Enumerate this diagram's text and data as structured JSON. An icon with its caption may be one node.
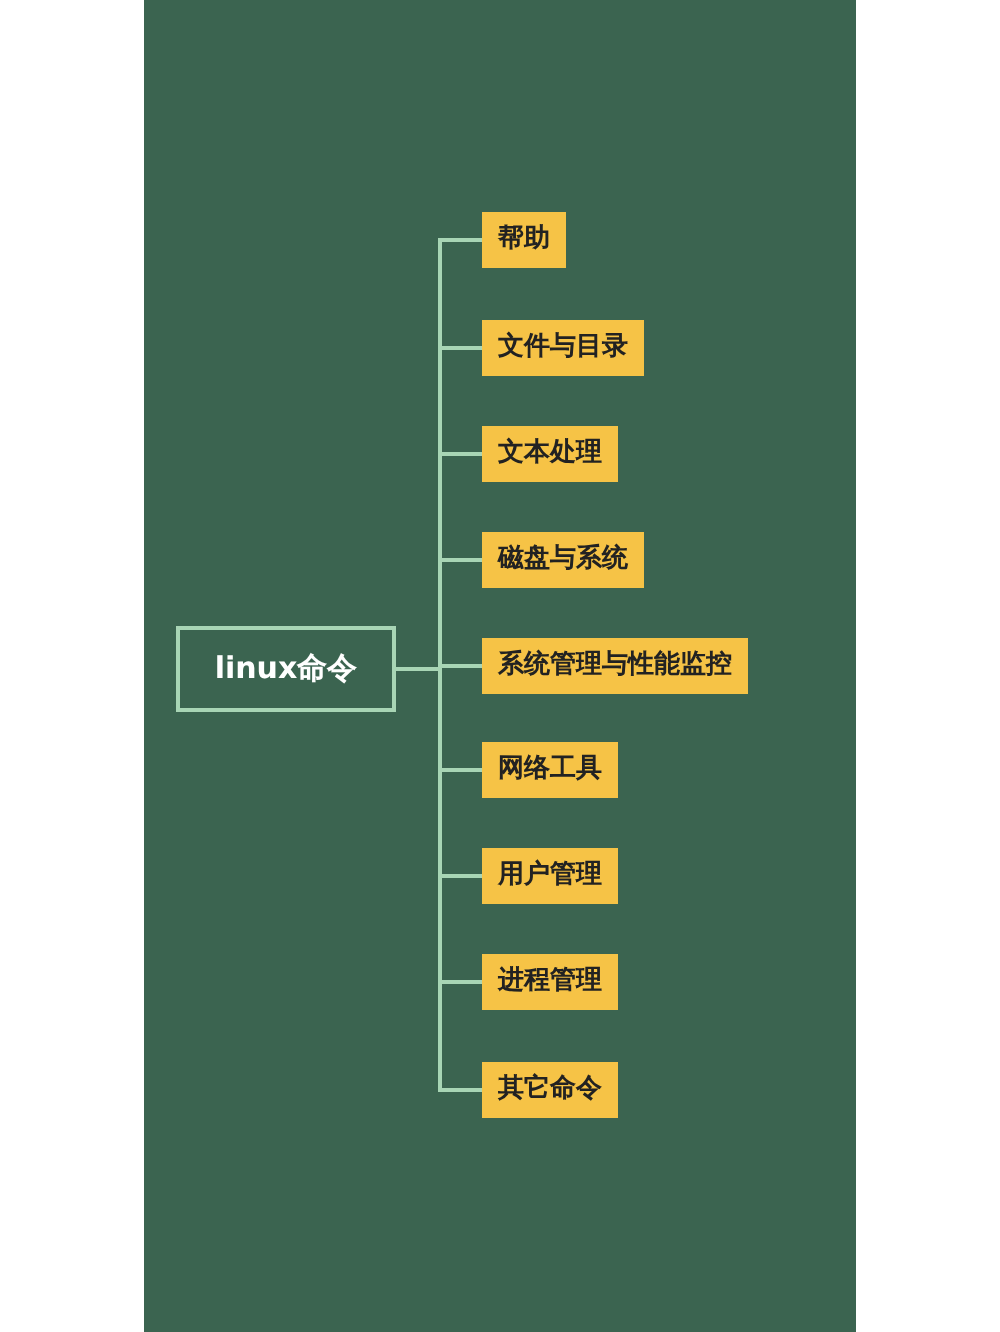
{
  "diagram": {
    "nodes": [
      {
        "text": [
          "linux命令"
        ]
      },
      {
        "text": [
          "帮助"
        ]
      },
      {
        "text": [
          "文件与目录"
        ]
      },
      {
        "text": [
          "文本处理"
        ]
      },
      {
        "text": [
          "磁盘与系统"
        ]
      },
      {
        "text": [
          "系统管理与性能监控"
        ]
      },
      {
        "text": [
          "网络工具"
        ]
      },
      {
        "text": [
          "用户管理"
        ]
      },
      {
        "text": [
          "进程管理"
        ]
      },
      {
        "text": [
          "其它命令"
        ]
      }
    ],
    "edges": [
      {
        "from": 0,
        "to": 1,
        "arrow": "none"
      },
      {
        "from": 0,
        "to": 2,
        "arrow": "none"
      },
      {
        "from": 0,
        "to": 3,
        "arrow": "none"
      },
      {
        "from": 0,
        "to": 4,
        "arrow": "none"
      },
      {
        "from": 0,
        "to": 5,
        "arrow": "none"
      },
      {
        "from": 0,
        "to": 6,
        "arrow": "none"
      },
      {
        "from": 0,
        "to": 7,
        "arrow": "none"
      },
      {
        "from": 0,
        "to": 8,
        "arrow": "none"
      },
      {
        "from": 0,
        "to": 9,
        "arrow": "none"
      }
    ]
  }
}
